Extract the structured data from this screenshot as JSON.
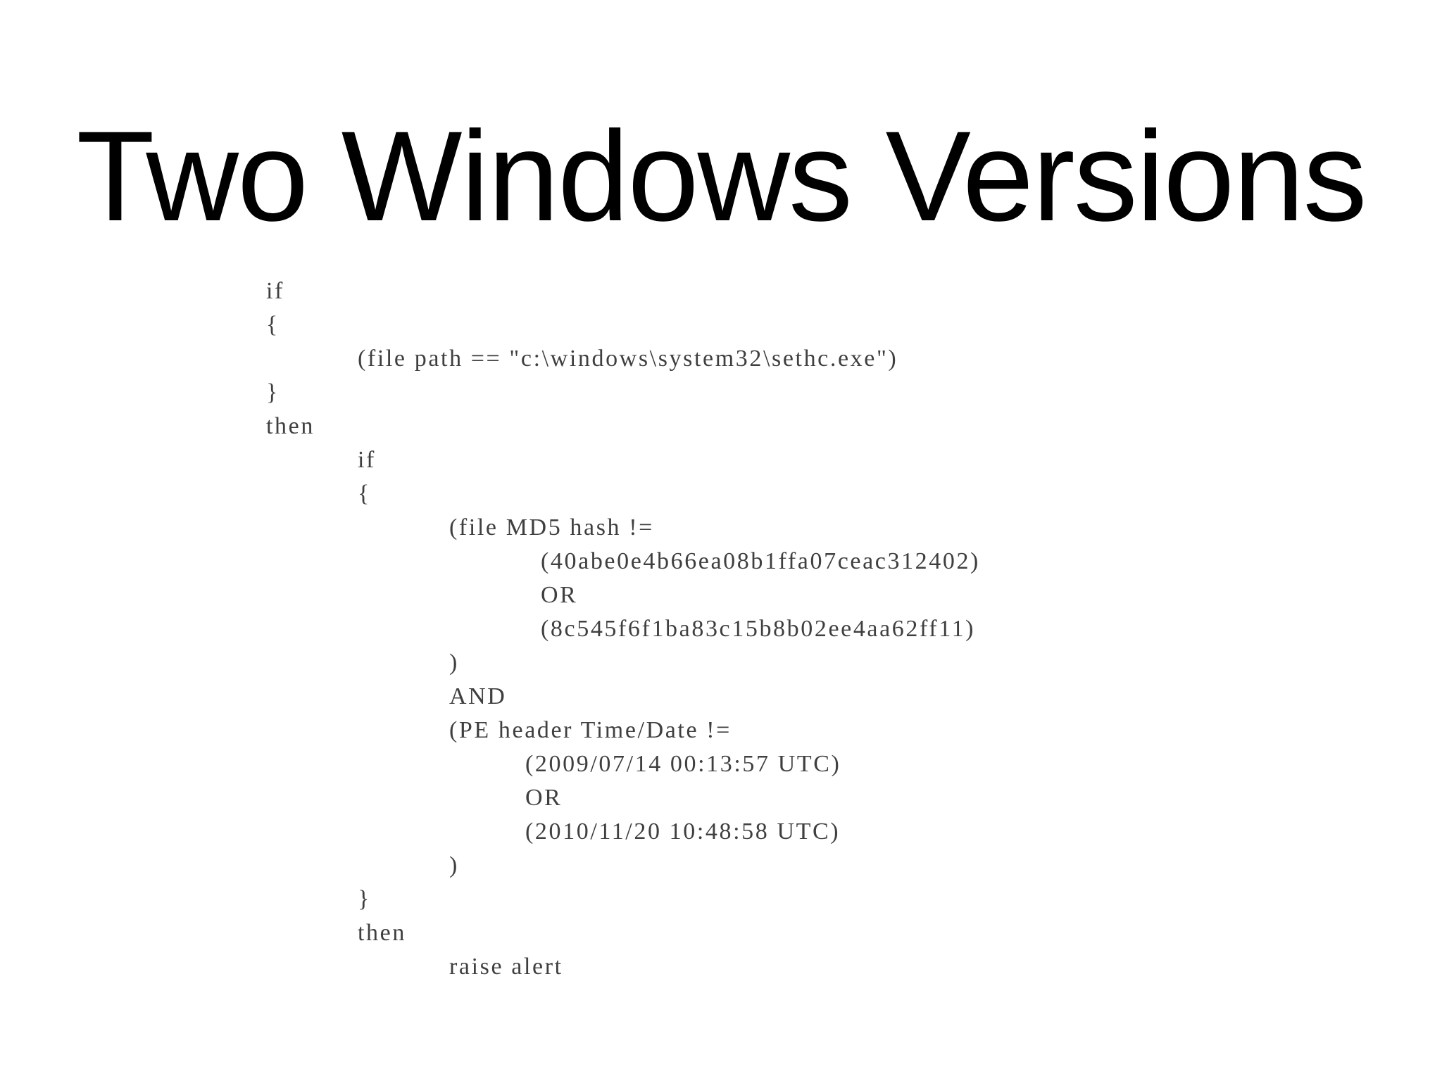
{
  "slide": {
    "title": "Two Windows Versions"
  },
  "code": {
    "lines": [
      "if",
      "{",
      "(file path == \"c:\\windows\\system32\\sethc.exe\")",
      "}",
      "then",
      "if",
      "{",
      "(file MD5 hash !=",
      "(40abe0e4b66ea08b1ffa07ceac312402)",
      "OR",
      "(8c545f6f1ba83c15b8b02ee4aa62ff11)",
      ")",
      "AND",
      "(PE header Time/Date !=",
      "(2009/07/14 00:13:57 UTC)",
      "OR",
      "(2010/11/20 10:48:58 UTC)",
      ")",
      "}",
      "then",
      "raise alert"
    ]
  }
}
